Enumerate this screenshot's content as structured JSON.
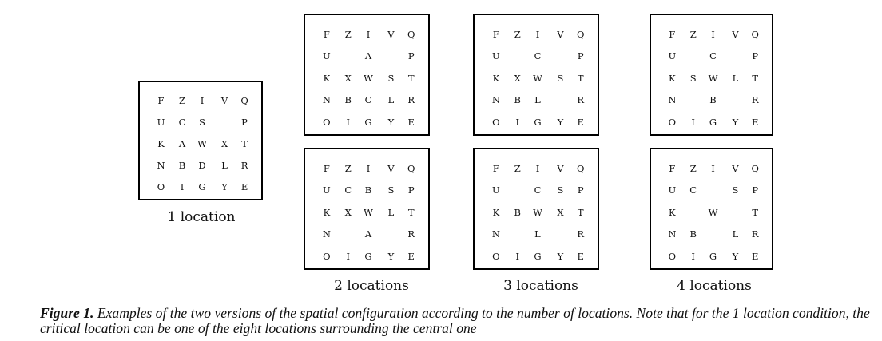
{
  "figures": [
    {
      "label": "1 location",
      "grids": [
        [
          [
            "F",
            "Z",
            "I",
            "V",
            "Q"
          ],
          [
            "U",
            "C",
            "S",
            "",
            "P"
          ],
          [
            "K",
            "A",
            "W",
            "X",
            "T"
          ],
          [
            "N",
            "B",
            "D",
            "L",
            "R"
          ],
          [
            "O",
            "I",
            "G",
            "Y",
            "E"
          ]
        ]
      ]
    },
    {
      "label": "2 locations",
      "grids": [
        [
          [
            "F",
            "Z",
            "I",
            "V",
            "Q"
          ],
          [
            "U",
            "",
            "A",
            "",
            "P"
          ],
          [
            "K",
            "X",
            "W",
            "S",
            "T"
          ],
          [
            "N",
            "B",
            "C",
            "L",
            "R"
          ],
          [
            "O",
            "I",
            "G",
            "Y",
            "E"
          ]
        ],
        [
          [
            "F",
            "Z",
            "I",
            "V",
            "Q"
          ],
          [
            "U",
            "C",
            "B",
            "S",
            "P"
          ],
          [
            "K",
            "X",
            "W",
            "L",
            "T"
          ],
          [
            "N",
            "",
            "A",
            "",
            "R"
          ],
          [
            "O",
            "I",
            "G",
            "Y",
            "E"
          ]
        ]
      ]
    },
    {
      "label": "3 locations",
      "grids": [
        [
          [
            "F",
            "Z",
            "I",
            "V",
            "Q"
          ],
          [
            "U",
            "",
            "C",
            "",
            "P"
          ],
          [
            "K",
            "X",
            "W",
            "S",
            "T"
          ],
          [
            "N",
            "B",
            "L",
            "",
            "R"
          ],
          [
            "O",
            "I",
            "G",
            "Y",
            "E"
          ]
        ],
        [
          [
            "F",
            "Z",
            "I",
            "V",
            "Q"
          ],
          [
            "U",
            "",
            "C",
            "S",
            "P"
          ],
          [
            "K",
            "B",
            "W",
            "X",
            "T"
          ],
          [
            "N",
            "",
            "L",
            "",
            "R"
          ],
          [
            "O",
            "I",
            "G",
            "Y",
            "E"
          ]
        ]
      ]
    },
    {
      "label": "4 locations",
      "grids": [
        [
          [
            "F",
            "Z",
            "I",
            "V",
            "Q"
          ],
          [
            "U",
            "",
            "C",
            "",
            "P"
          ],
          [
            "K",
            "S",
            "W",
            "L",
            "T"
          ],
          [
            "N",
            "",
            "B",
            "",
            "R"
          ],
          [
            "O",
            "I",
            "G",
            "Y",
            "E"
          ]
        ],
        [
          [
            "F",
            "Z",
            "I",
            "V",
            "Q"
          ],
          [
            "U",
            "C",
            "",
            "S",
            "P"
          ],
          [
            "K",
            "",
            "W",
            "",
            "T"
          ],
          [
            "N",
            "B",
            "",
            "L",
            "R"
          ],
          [
            "O",
            "I",
            "G",
            "Y",
            "E"
          ]
        ]
      ]
    }
  ],
  "caption": {
    "figure_number": "Figure 1.",
    "text": " Examples of the two versions of the spatial configuration according to the number of locations. Note that for the 1 location condition, the critical location can be one of the eight locations surrounding the central one"
  }
}
